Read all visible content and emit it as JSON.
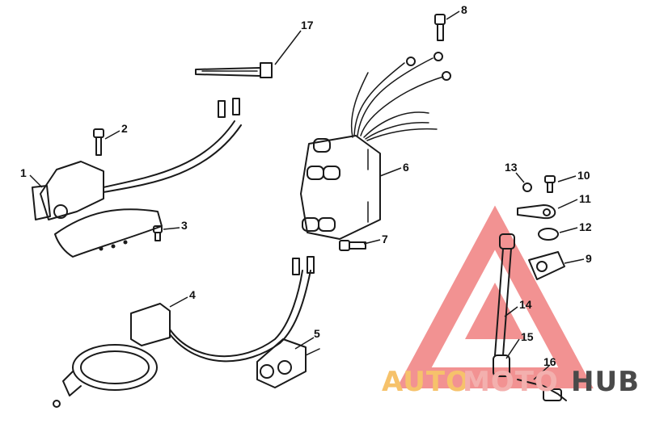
{
  "callouts": [
    {
      "number": "1"
    },
    {
      "number": "2"
    },
    {
      "number": "3"
    },
    {
      "number": "4"
    },
    {
      "number": "5"
    },
    {
      "number": "6"
    },
    {
      "number": "7"
    },
    {
      "number": "8"
    },
    {
      "number": "9"
    },
    {
      "number": "10"
    },
    {
      "number": "11"
    },
    {
      "number": "12"
    },
    {
      "number": "13"
    },
    {
      "number": "14"
    },
    {
      "number": "15"
    },
    {
      "number": "16"
    },
    {
      "number": "17"
    }
  ],
  "watermark": {
    "part1": "AUTO",
    "part2": "MOTO",
    "part3": "HUB",
    "colors": {
      "auto": "#f6c26b",
      "moto": "#f3b0ae",
      "hub": "#4a4a4a",
      "triangle": "#f08080"
    }
  }
}
